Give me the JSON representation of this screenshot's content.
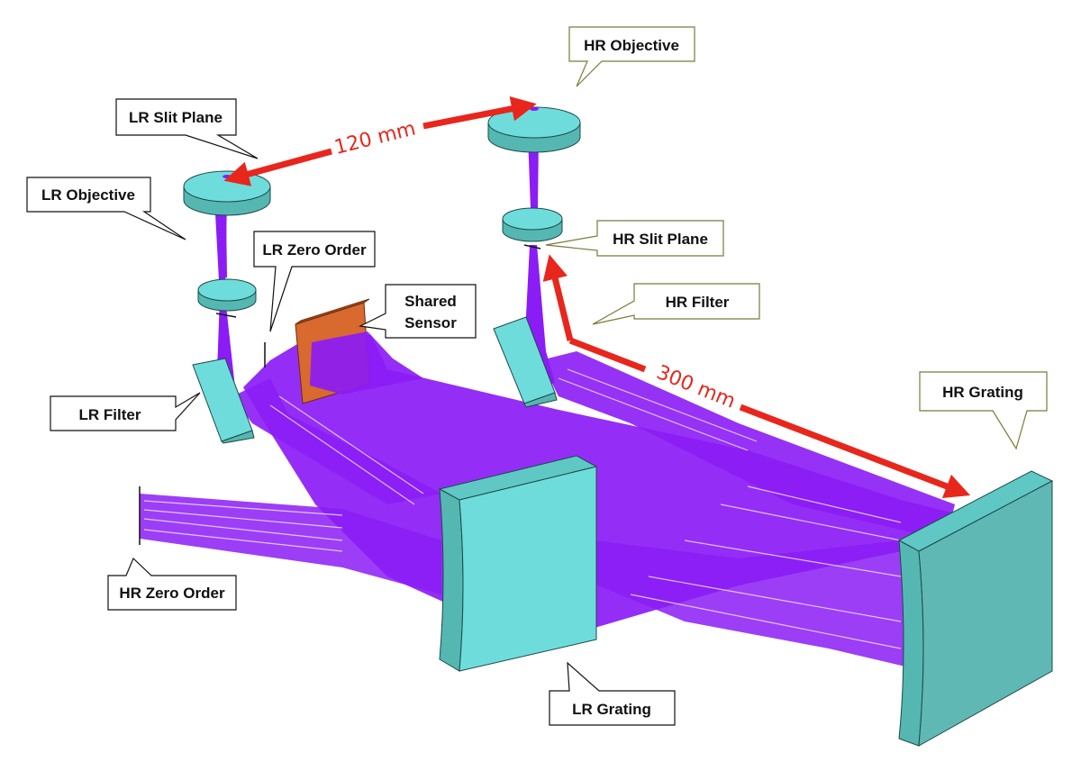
{
  "colors": {
    "optic_fill": "#6fdcdc",
    "optic_dark": "#55b7b2",
    "optic_edge": "#1c4a48",
    "beam": "#8b1cf5",
    "sensor": "#d8692f",
    "arrow": "#e8261c",
    "callout_black": "#111111",
    "callout_olive": "#7a7a3a"
  },
  "labels": {
    "hr_objective": "HR Objective",
    "lr_slit_plane": "LR Slit Plane",
    "lr_objective": "LR Objective",
    "lr_zero_order": "LR Zero Order",
    "shared_sensor_line1": "Shared",
    "shared_sensor_line2": "Sensor",
    "hr_slit_plane": "HR Slit Plane",
    "hr_filter": "HR Filter",
    "lr_filter": "LR Filter",
    "hr_grating": "HR Grating",
    "hr_zero_order": "HR Zero Order",
    "lr_grating": "LR Grating"
  },
  "dimensions": {
    "objective_spacing": "120 mm",
    "slit_to_grating": "300 mm"
  }
}
